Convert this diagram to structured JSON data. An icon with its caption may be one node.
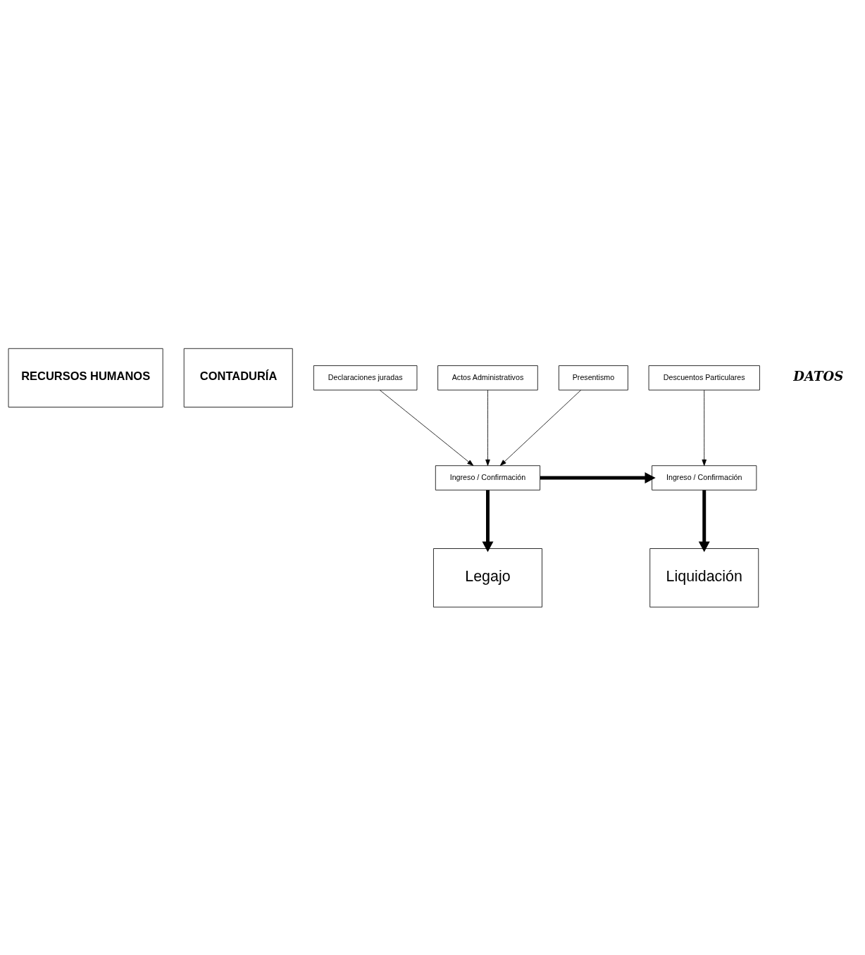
{
  "diagram": {
    "nodes": [
      {
        "text": [
          "RECURSOS HUMANOS"
        ]
      },
      {
        "text": [
          "CONTADURÍA"
        ]
      },
      {
        "text": [
          "Ingreso / Confirmación"
        ]
      },
      {
        "text": [
          "Ingreso / Confirmación"
        ]
      },
      {
        "text": [
          "Declaraciones juradas"
        ]
      },
      {
        "text": [
          "Actos Administrativos"
        ]
      },
      {
        "text": [
          "Presentismo"
        ]
      },
      {
        "text": [
          "Descuentos Particulares"
        ]
      },
      {
        "text": [
          "Legajo"
        ]
      },
      {
        "text": [
          "Liquidación"
        ]
      }
    ],
    "edges": [
      {
        "from": 4,
        "to": 2,
        "arrow": "to"
      },
      {
        "from": 2,
        "to": 3,
        "arrow": "to",
        "style": "thick"
      },
      {
        "from": 5,
        "to": 2,
        "arrow": "to"
      },
      {
        "from": 6,
        "to": 2,
        "arrow": "to"
      },
      {
        "from": 2,
        "to": 8,
        "arrow": "to",
        "style": "thick"
      },
      {
        "from": 3,
        "to": 9,
        "arrow": "to",
        "style": "thick"
      },
      {
        "from": 7,
        "to": 3,
        "arrow": "to"
      }
    ],
    "labels": [
      "DATOS"
    ]
  }
}
